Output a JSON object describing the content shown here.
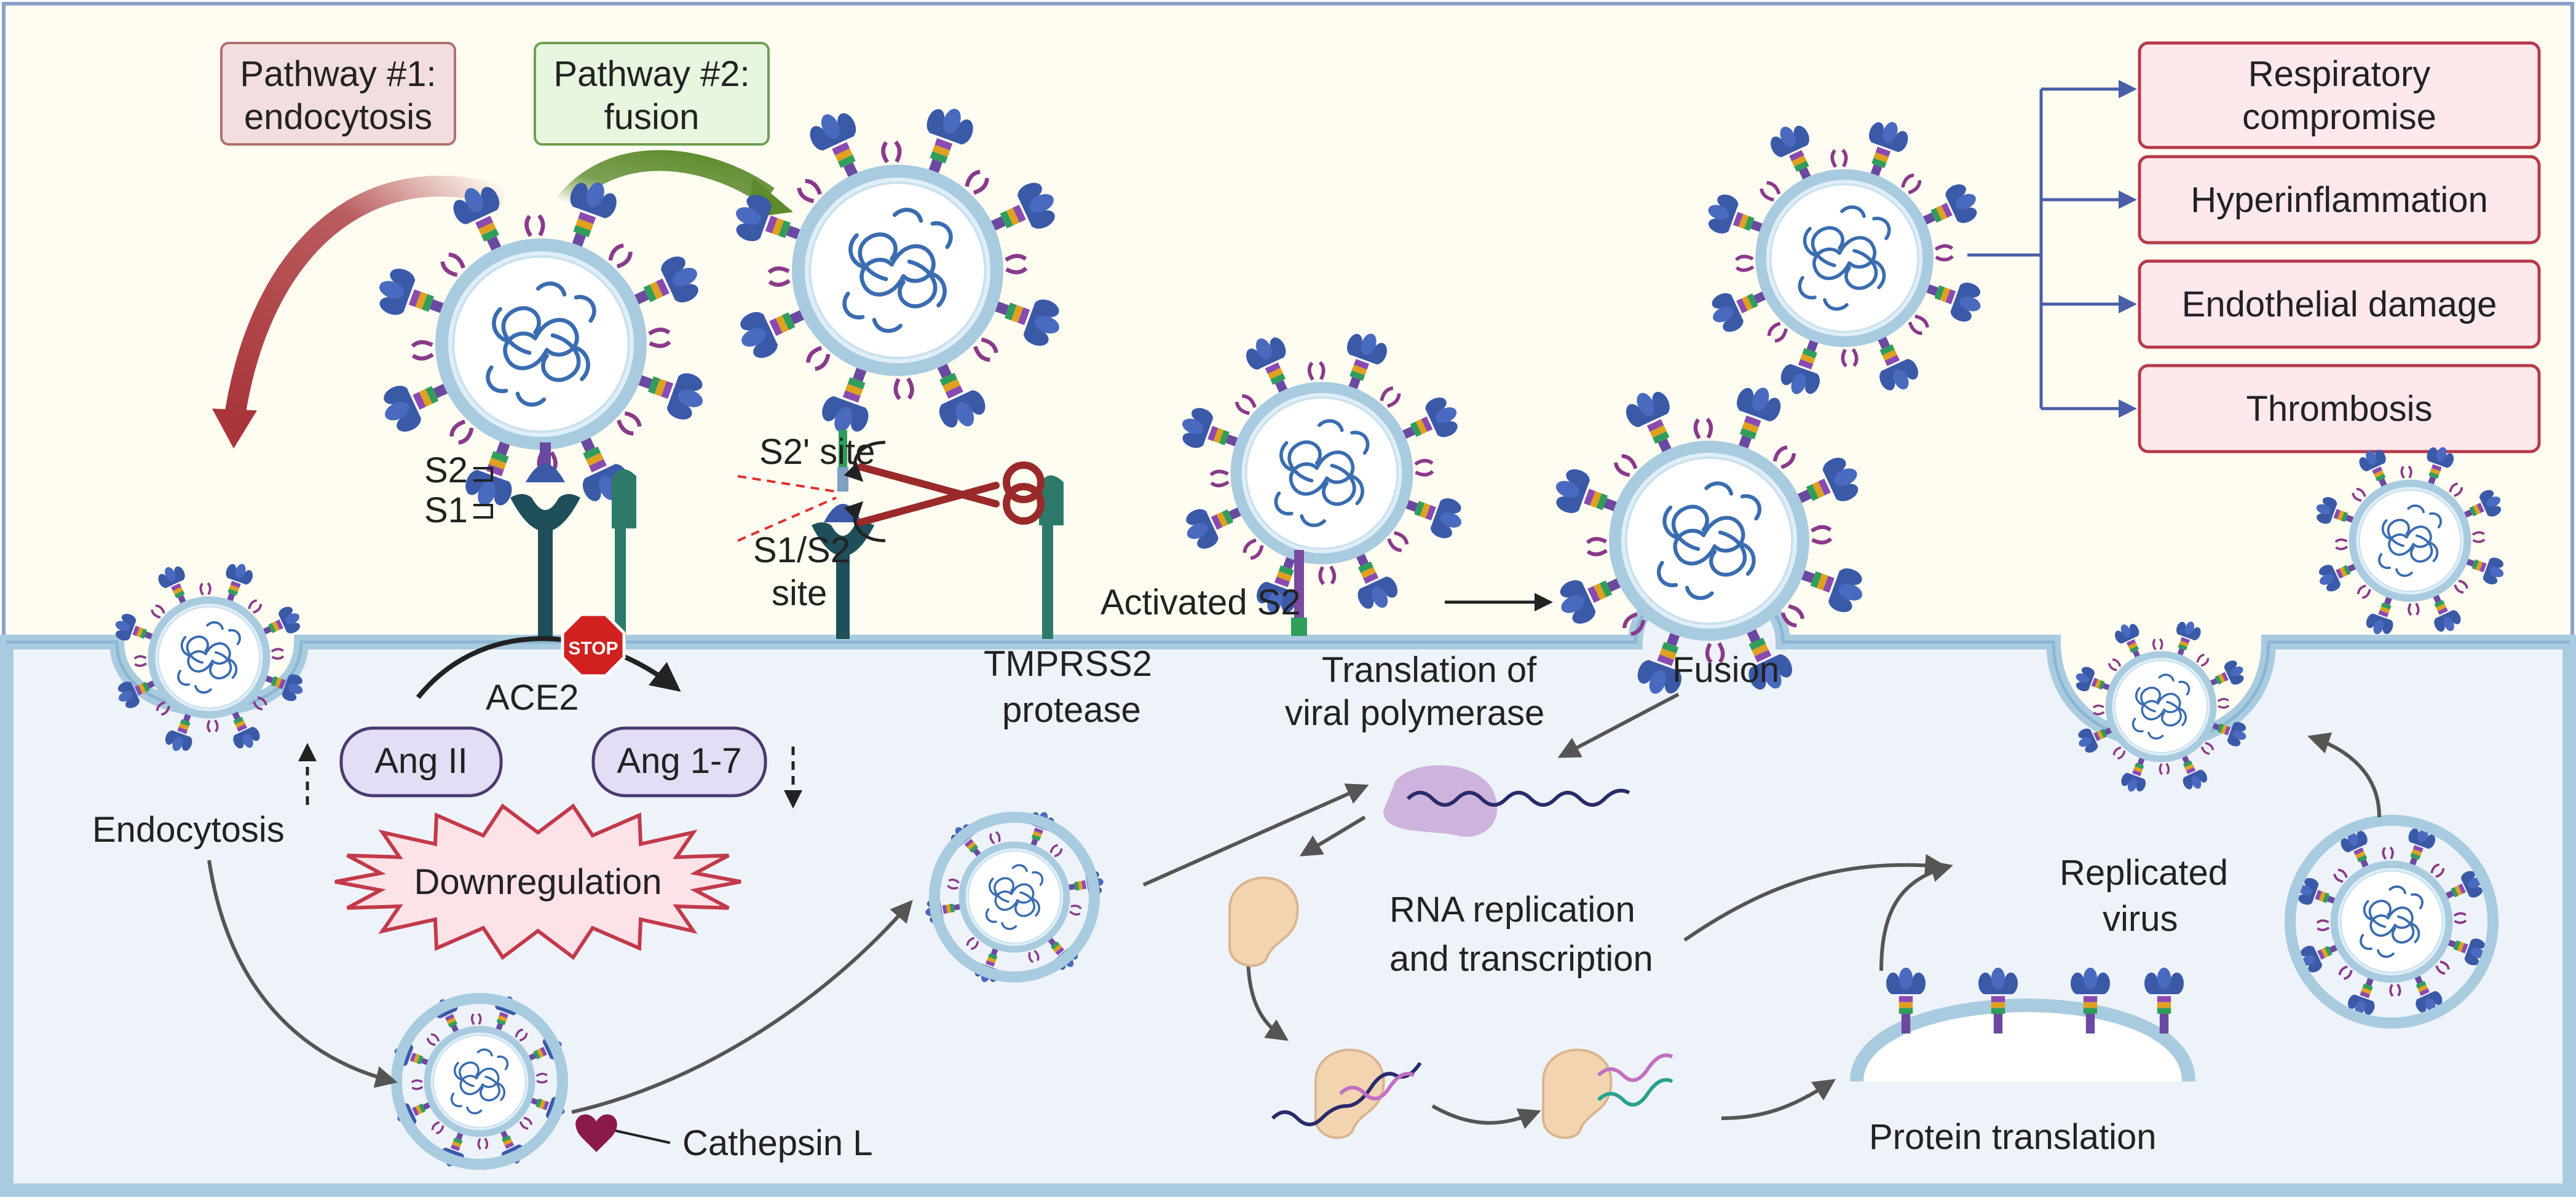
{
  "pathways": [
    {
      "line1": "Pathway #1:",
      "line2": "endocytosis"
    },
    {
      "line1": "Pathway #2:",
      "line2": "fusion"
    }
  ],
  "outcomes": [
    {
      "label": "Respiratory",
      "label2": "compromise"
    },
    {
      "label": "Hyperinflammation"
    },
    {
      "label": "Endothelial damage"
    },
    {
      "label": "Thrombosis"
    }
  ],
  "labels": {
    "s2": "S2",
    "s1": "S1",
    "s2prime_site": "S2' site",
    "s1s2_line1": "S1/S2",
    "s1s2_line2": "site",
    "activated_s2": "Activated S2",
    "tmprss2_line1": "TMPRSS2",
    "tmprss2_line2": "protease",
    "ace2": "ACE2",
    "stop": "STOP",
    "ang2": "Ang II",
    "ang17": "Ang 1-7",
    "downregulation": "Downregulation",
    "endocytosis": "Endocytosis",
    "cathepsin": "Cathepsin L",
    "translation_line1": "Translation of",
    "translation_line2": "viral polymerase",
    "fusion": "Fusion",
    "rna_line1": "RNA replication",
    "rna_line2": "and transcription",
    "replicated_line1": "Replicated",
    "replicated_line2": "virus",
    "protein_translation": "Protein translation"
  },
  "colors": {
    "frame": "#8aa0c8",
    "extracellular": "#fffdf2",
    "cytoplasm": "#eef3f9",
    "membrane": "#a9cbe0",
    "virus_envelope": "#bfd9ea",
    "spike": "#3a5aa8",
    "outcome_fill": "#fde8ec",
    "outcome_stroke": "#b53a4a",
    "pathway1_fill": "#f2dede",
    "pathway2_fill": "#e8f5df",
    "ang_fill": "#e3def5",
    "red_arrow": "#a8353a",
    "green_arrow": "#5c8a2c",
    "ribosome": "#f2d5b0"
  }
}
